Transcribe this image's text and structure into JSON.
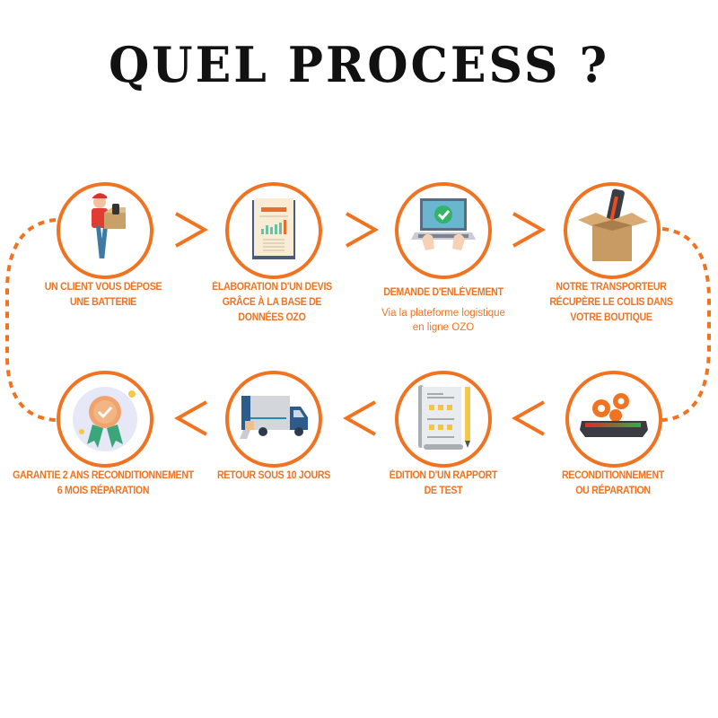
{
  "title": "QUEL PROCESS ?",
  "colors": {
    "accent": "#f07321",
    "title": "#111111",
    "background": "#ffffff"
  },
  "steps": [
    {
      "order": 1,
      "icon": "person-carrying-box-icon",
      "label_lines": [
        "UN CLIENT VOUS DÉPOSE",
        "UNE BATTERIE"
      ]
    },
    {
      "order": 2,
      "icon": "quote-document-chart-icon",
      "label_lines": [
        "ÉLABORATION D'UN DEVIS",
        "GRÂCE À LA BASE DE",
        "DONNÉES OZO"
      ]
    },
    {
      "order": 3,
      "icon": "laptop-checkmark-icon",
      "label_lines": [
        "DEMANDE D'ENLÈVEMENT"
      ],
      "sub_lines": [
        "Via la plateforme logistique",
        "en ligne OZO"
      ]
    },
    {
      "order": 4,
      "icon": "battery-in-box-icon",
      "label_lines": [
        "NOTRE TRANSPORTEUR",
        "RÉCUPÈRE LE COLIS DANS",
        "VOTRE BOUTIQUE"
      ]
    },
    {
      "order": 5,
      "icon": "battery-gears-icon",
      "label_lines": [
        "RECONDITIONNEMENT",
        "OU RÉPARATION"
      ]
    },
    {
      "order": 6,
      "icon": "test-report-checklist-icon",
      "label_lines": [
        "ÉDITION D'UN RAPPORT",
        "DE TEST"
      ]
    },
    {
      "order": 7,
      "icon": "delivery-truck-icon",
      "label_lines": [
        "RETOUR SOUS 10 JOURS"
      ]
    },
    {
      "order": 8,
      "icon": "warranty-rosette-icon",
      "label_lines": [
        "GARANTIE 2 ANS RECONDITIONNEMENT",
        "6 MOIS RÉPARATION"
      ]
    }
  ],
  "arrows": {
    "top_row": ">",
    "bottom_row": "<"
  }
}
